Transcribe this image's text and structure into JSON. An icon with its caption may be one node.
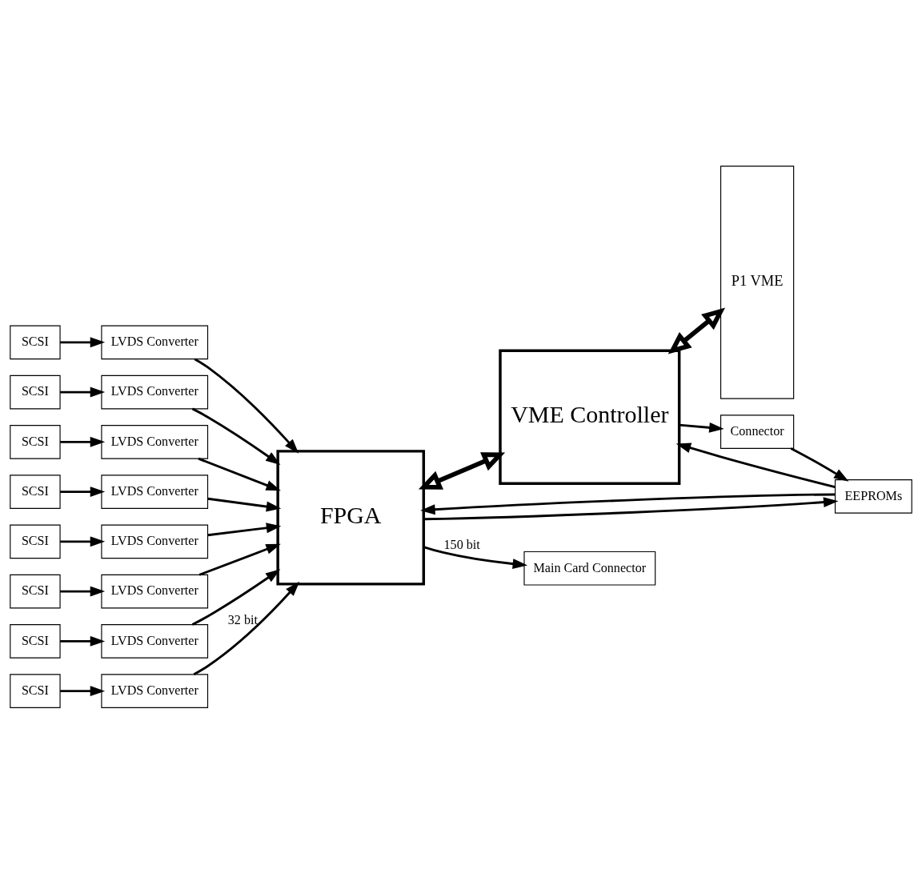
{
  "diagram": {
    "nodes": [
      {
        "text": [
          "SCSI"
        ]
      },
      {
        "text": [
          "SCSI"
        ]
      },
      {
        "text": [
          "SCSI"
        ]
      },
      {
        "text": [
          "SCSI"
        ]
      },
      {
        "text": [
          "SCSI"
        ]
      },
      {
        "text": [
          "SCSI"
        ]
      },
      {
        "text": [
          "SCSI"
        ]
      },
      {
        "text": [
          "SCSI"
        ]
      },
      {
        "text": [
          "LVDS Converter"
        ]
      },
      {
        "text": [
          "LVDS Converter"
        ]
      },
      {
        "text": [
          "LVDS Converter"
        ]
      },
      {
        "text": [
          "LVDS Converter"
        ]
      },
      {
        "text": [
          "LVDS Converter"
        ]
      },
      {
        "text": [
          "LVDS Converter"
        ]
      },
      {
        "text": [
          "LVDS Converter"
        ]
      },
      {
        "text": [
          "LVDS Converter"
        ]
      },
      {
        "text": [
          "FPGA"
        ]
      },
      {
        "text": [
          "P1 VME"
        ]
      },
      {
        "text": [
          "VME Controller"
        ]
      },
      {
        "text": [
          "EEPROMs"
        ]
      },
      {
        "text": [
          "Main Card Connector"
        ]
      },
      {
        "text": [
          "Connector"
        ]
      }
    ],
    "edges": [
      {
        "from": 0,
        "to": 8,
        "arrow": "to"
      },
      {
        "from": 1,
        "to": 9,
        "arrow": "to"
      },
      {
        "from": 2,
        "to": 10,
        "arrow": "to"
      },
      {
        "from": 3,
        "to": 11,
        "arrow": "to"
      },
      {
        "from": 4,
        "to": 12,
        "arrow": "to"
      },
      {
        "from": 5,
        "to": 13,
        "arrow": "to"
      },
      {
        "from": 6,
        "to": 14,
        "arrow": "to"
      },
      {
        "from": 7,
        "to": 15,
        "arrow": "to"
      },
      {
        "from": 8,
        "to": 16,
        "arrow": "to"
      },
      {
        "from": 9,
        "to": 16,
        "arrow": "to"
      },
      {
        "from": 10,
        "to": 16,
        "arrow": "to"
      },
      {
        "from": 11,
        "to": 16,
        "arrow": "to"
      },
      {
        "from": 12,
        "to": 16,
        "arrow": "to"
      },
      {
        "from": 13,
        "to": 16,
        "arrow": "to"
      },
      {
        "from": 14,
        "to": 16,
        "arrow": "to"
      },
      {
        "from": 15,
        "to": 16,
        "label": "32 bit",
        "arrow": "to"
      },
      {
        "from": 16,
        "to": 18,
        "arrow": "both",
        "style": "thick"
      },
      {
        "from": 18,
        "to": 17,
        "arrow": "both",
        "style": "thick"
      },
      {
        "from": 19,
        "to": 16,
        "arrow": "to"
      },
      {
        "from": 16,
        "to": 19,
        "arrow": "to"
      },
      {
        "from": 16,
        "to": 20,
        "label": "150 bit",
        "arrow": "to"
      },
      {
        "from": 19,
        "to": 18,
        "arrow": "to"
      },
      {
        "from": 18,
        "to": 21,
        "arrow": "to"
      },
      {
        "from": 21,
        "to": 19,
        "arrow": "to"
      }
    ]
  }
}
